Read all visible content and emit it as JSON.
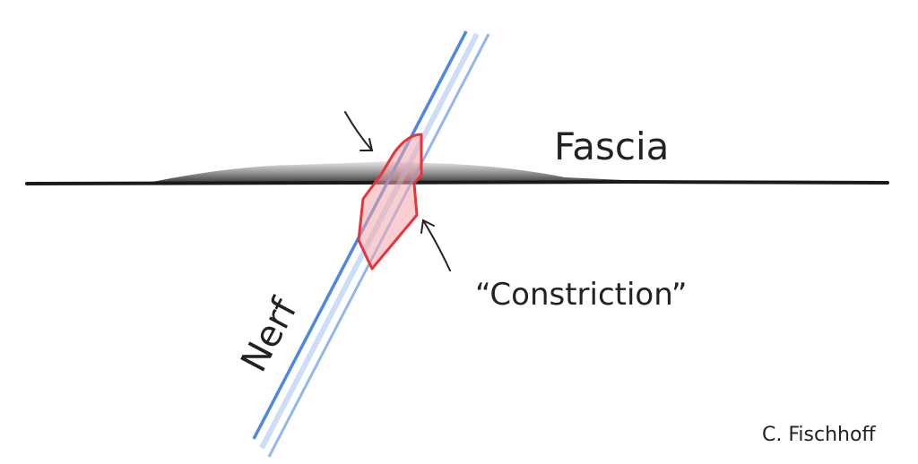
{
  "labels": {
    "fascia": "Fascia",
    "constriction": "“Constriction”",
    "nerve": "Nerf",
    "signature": "C. Fischhoff"
  },
  "colors": {
    "fascia": "#1a1a1a",
    "nerve": "#3a7be0",
    "constriction": "#e8323c",
    "ink": "#222222"
  }
}
